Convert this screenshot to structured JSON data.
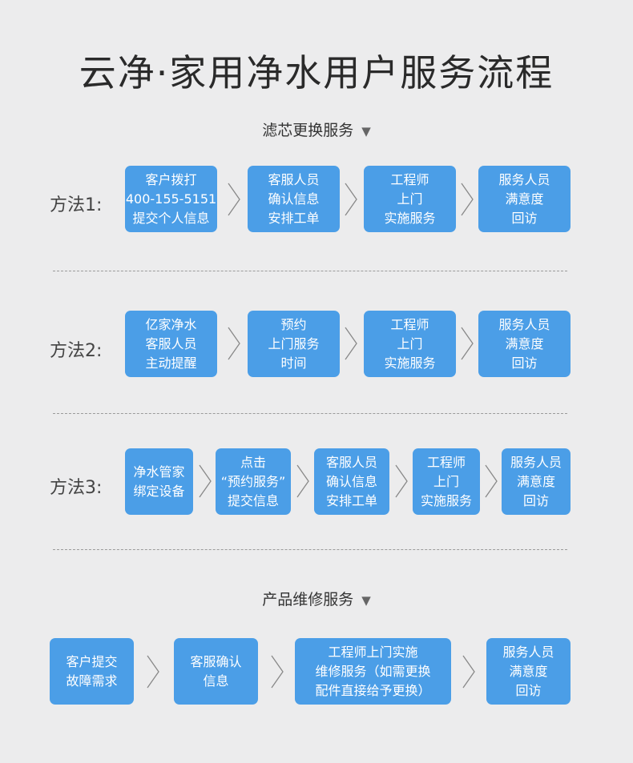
{
  "title": "云净·家用净水用户服务流程",
  "sections": {
    "filter": {
      "heading": "滤芯更换服务",
      "arrow": "▼"
    },
    "repair": {
      "heading": "产品维修服务",
      "arrow": "▼"
    }
  },
  "methods": [
    {
      "label": "方法1:",
      "steps": [
        "客户拨打\n400-155-5151\n提交个人信息",
        "客服人员\n确认信息\n安排工单",
        "工程师\n上门\n实施服务",
        "服务人员\n满意度\n回访"
      ]
    },
    {
      "label": "方法2:",
      "steps": [
        "亿家净水\n客服人员\n主动提醒",
        "预约\n上门服务\n时间",
        "工程师\n上门\n实施服务",
        "服务人员\n满意度\n回访"
      ]
    },
    {
      "label": "方法3:",
      "steps": [
        "净水管家\n绑定设备",
        "点击\n“预约服务”\n提交信息",
        "客服人员\n确认信息\n安排工单",
        "工程师\n上门\n实施服务",
        "服务人员\n满意度\n回访"
      ]
    }
  ],
  "repair_steps": [
    "客户提交\n故障需求",
    "客服确认\n信息",
    "工程师上门实施\n维修服务（如需更换\n配件直接给予更换）",
    "服务人员\n满意度\n回访"
  ],
  "colors": {
    "box": "#4b9ee7",
    "background": "#ececed"
  }
}
